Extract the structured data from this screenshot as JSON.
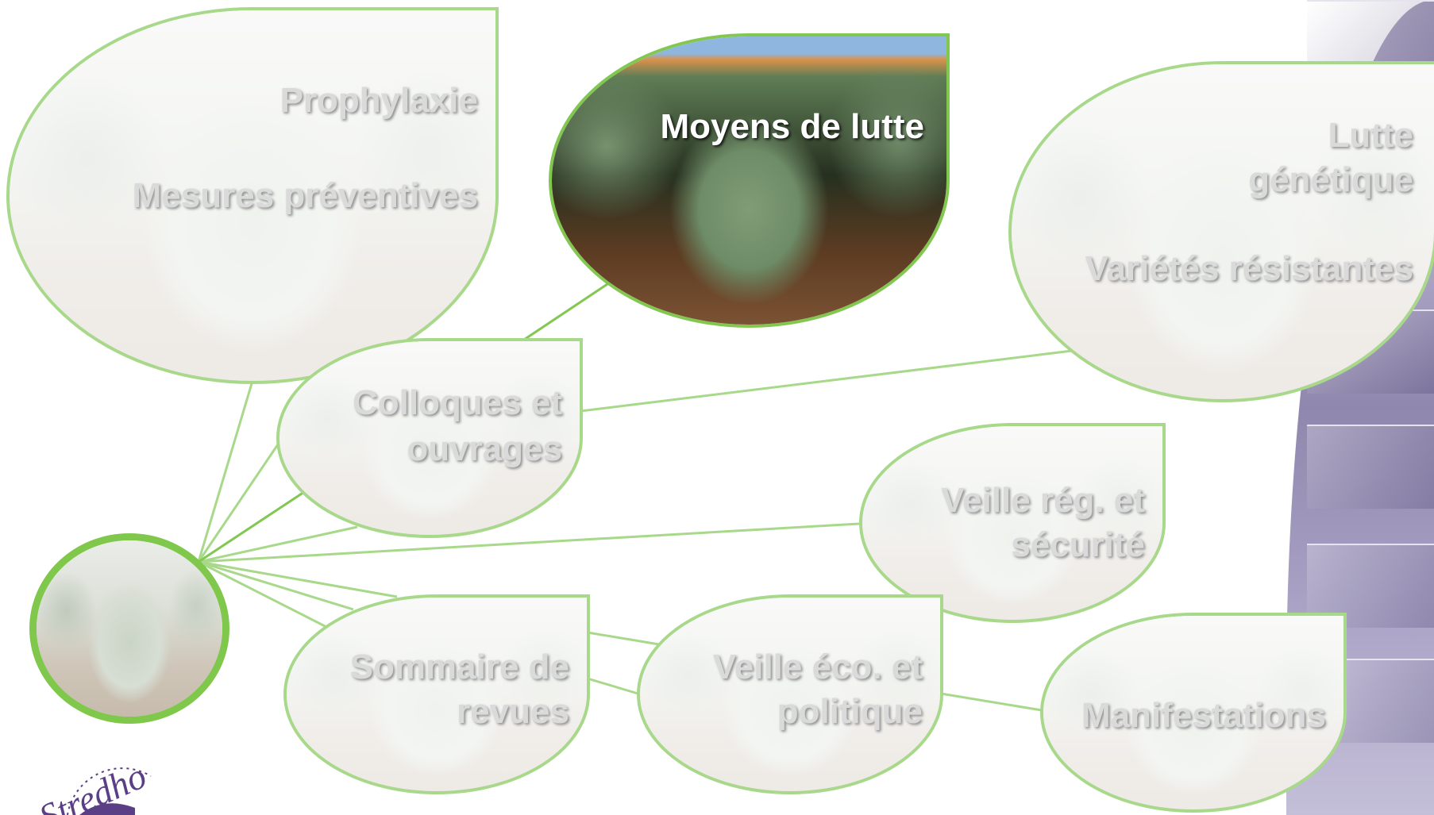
{
  "nodes": {
    "prophylaxie": {
      "title": "Prophylaxie",
      "subtitle": "Mesures préventives"
    },
    "moyens": {
      "title": "Moyens de lutte"
    },
    "genetique": {
      "title_line1": "Lutte",
      "title_line2": "génétique",
      "subtitle": "Variétés résistantes"
    },
    "colloques": {
      "line1": "Colloques et",
      "line2": "ouvrages"
    },
    "veille_reg": {
      "line1": "Veille rég. et",
      "line2": "sécurité"
    },
    "sommaire": {
      "line1": "Sommaire de",
      "line2": "revues"
    },
    "veille_eco": {
      "line1": "Veille éco. et",
      "line2": "politique"
    },
    "manifestations": {
      "title": "Manifestations"
    }
  },
  "logo": {
    "text": "Stredho"
  },
  "colors": {
    "connector": "#a8d98a",
    "active_connector": "#82c750",
    "hub_border": "#7fc84c",
    "inactive_label": "#dadada",
    "active_label": "#ffffff"
  },
  "icons": [
    "artemisia-shrub-photo",
    "stredho-logo"
  ]
}
